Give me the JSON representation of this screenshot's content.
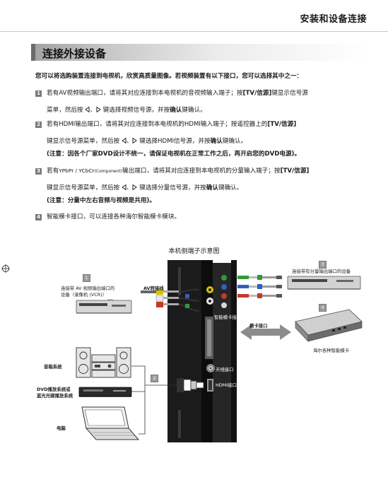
{
  "header": {
    "running_title": "安装和设备连接"
  },
  "section": {
    "title": "连接外接设备"
  },
  "intro": "您可以将选购装置连接到电视机，欣赏高质量图像。若视频装置有以下接口，您可以选择其中之一：",
  "items": [
    {
      "num": "1",
      "line1_a": "若有AV视频输出端口，请将其对应连接到本电视机的音视频输入端子；按",
      "line1_key": "[TV/信源]",
      "line1_b": "键显示信号源",
      "line2_a": "菜单，然后按",
      "line2_b": "键选择视频信号源，并按",
      "line2_key": "确认",
      "line2_c": "键确认。"
    },
    {
      "num": "2",
      "line1_a": "若有HDMI输出端口，请将其对应连接到本电视机的HDMI输入端子；按遥控器上的",
      "line1_key": "[TV/信源]",
      "line2_a": "键显示信号源菜单，然后按",
      "line2_b": "键选择HDMI信号源，并按",
      "line2_key": "确认",
      "line2_c": "键确认。",
      "note": "(注意：因各个厂家DVD设计不统一，请保证电视机在正常工作之后，再开启您的DVD电源)。"
    },
    {
      "num": "3",
      "line1_a": "若有",
      "line1_ypbpr": "YPbPr / YCbCr",
      "line1_comp": "(Component)",
      "line1_b": "输出端口，请将其对应连接到本电视机的分量输入端子；按",
      "line1_key": "[TV/信源]",
      "line2_a": "键显示信号源菜单，然后按",
      "line2_b": "键选择分量信号源，并按",
      "line2_key": "确认",
      "line2_c": "键确认。",
      "note": "(注意：分量中左右音频与视频是共用)。"
    },
    {
      "num": "4",
      "line1_a": "智能模卡接口，可以连接各种海尔智能模卡模块。"
    }
  ],
  "arrow_sep": "、",
  "diagram": {
    "title": "本机侧端子示意图",
    "badges": [
      "1",
      "2",
      "3",
      "4"
    ],
    "vcr_label_1": "连接带 AV 视频输出端口的",
    "vcr_label_2": "设备（录像机 (VCR)）",
    "av_cable": "AV转接线",
    "component_device": "连接带有分量输出端口的设备",
    "smart_card_port": "智能模卡接口",
    "card_port": "模卡接口",
    "smart_cards": "海尔各种智能模卡",
    "audio_system": "音箱系统",
    "dvd_1": "DVD播放系统或",
    "dvd_2": "蓝光光碟播放系统",
    "computer": "电脑",
    "antenna_port": "天线接口",
    "hdmi_port": "HDMI接口"
  }
}
